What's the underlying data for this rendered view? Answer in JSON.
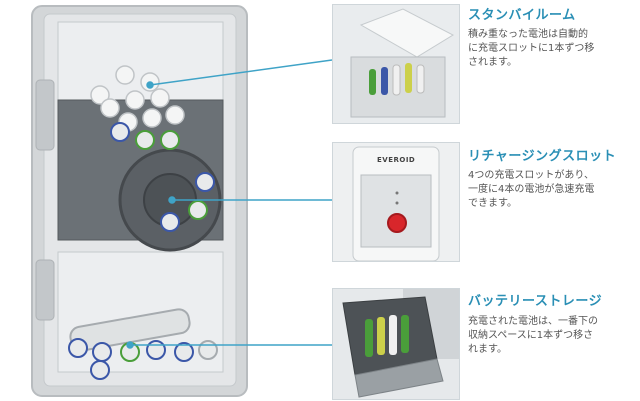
{
  "features": [
    {
      "title": "スタンバイルーム",
      "desc_lines": [
        "積み重なった電池は自動的",
        "に充電スロットに1本ずつ移",
        "されます。"
      ]
    },
    {
      "title": "リチャージングスロット",
      "desc_lines": [
        "4つの充電スロットがあり、",
        "一度に4本の電池が急速充電",
        "できます。"
      ]
    },
    {
      "title": "バッテリーストレージ",
      "desc_lines": [
        "充電された電池は、一番下の",
        "収納スペースに1本ずつ移さ",
        "れます。"
      ]
    }
  ],
  "device_logo": "EVEROID",
  "colors": {
    "accent": "#2a8fb5",
    "callout_line": "#3fa3c7",
    "device_body": "#c9cdd0",
    "button_red": "#d8262b"
  }
}
